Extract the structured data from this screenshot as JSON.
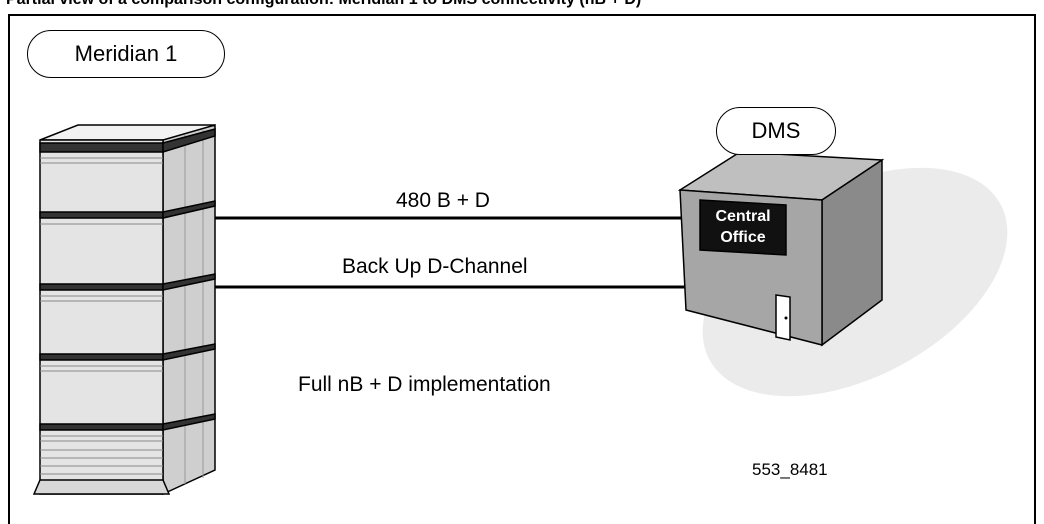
{
  "caption": "Partial view of a comparison configuration: Meridian 1 to DMS connectivity (nB + D)",
  "pbx": {
    "label": "Meridian 1"
  },
  "switch": {
    "label": "DMS",
    "sign_line1": "Central",
    "sign_line2": "Office"
  },
  "links": {
    "primary": "480 B + D",
    "backup": "Back Up D-Channel"
  },
  "note": "Full nB + D implementation",
  "figure_id": "553_8481"
}
